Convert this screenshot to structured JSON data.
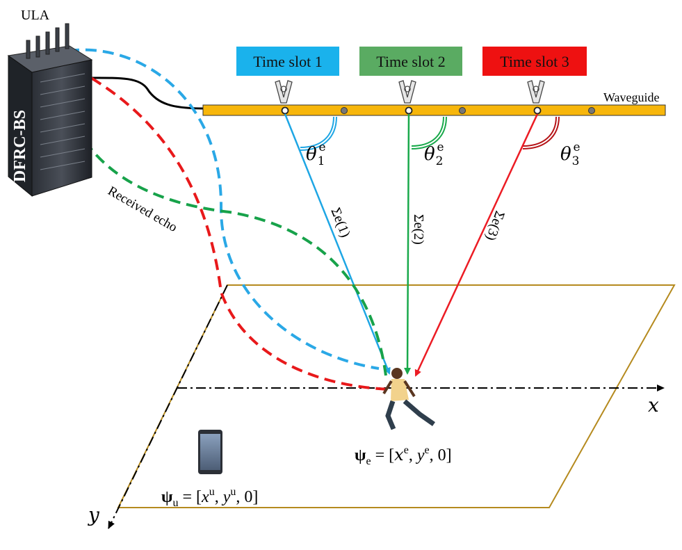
{
  "labels": {
    "ula": "ULA",
    "bs": "DFRC-BS",
    "waveguide": "Waveguide",
    "received_echo": "Received echo",
    "x_axis": "x",
    "y_axis": "y",
    "psi_e": "ψe = [xe, ye, 0]",
    "psi_u": "ψu = [xu, yu, 0]"
  },
  "time_slots": [
    {
      "label": "Time slot 1",
      "color": "#1ab2ec",
      "angle_symbol": "θ",
      "angle_sub": "1",
      "angle_sup": "e",
      "path_label": "Σe(1)"
    },
    {
      "label": "Time slot 2",
      "color": "#5aab62",
      "angle_symbol": "θ",
      "angle_sub": "2",
      "angle_sup": "e",
      "path_label": "Σe(2)"
    },
    {
      "label": "Time slot 3",
      "color": "#ee1111",
      "angle_symbol": "θ",
      "angle_sub": "3",
      "angle_sup": "e",
      "path_label": "Σe(3)"
    }
  ],
  "colors": {
    "waveguide_fill": "#f7b60b",
    "plane_border": "#b58a1e",
    "echo_red": "#e8191b",
    "echo_green": "#17a24a",
    "echo_blue": "#2aa8e6",
    "ray_blue": "#1ea6e4",
    "ray_green": "#19a94b",
    "ray_red": "#ec1c24"
  }
}
